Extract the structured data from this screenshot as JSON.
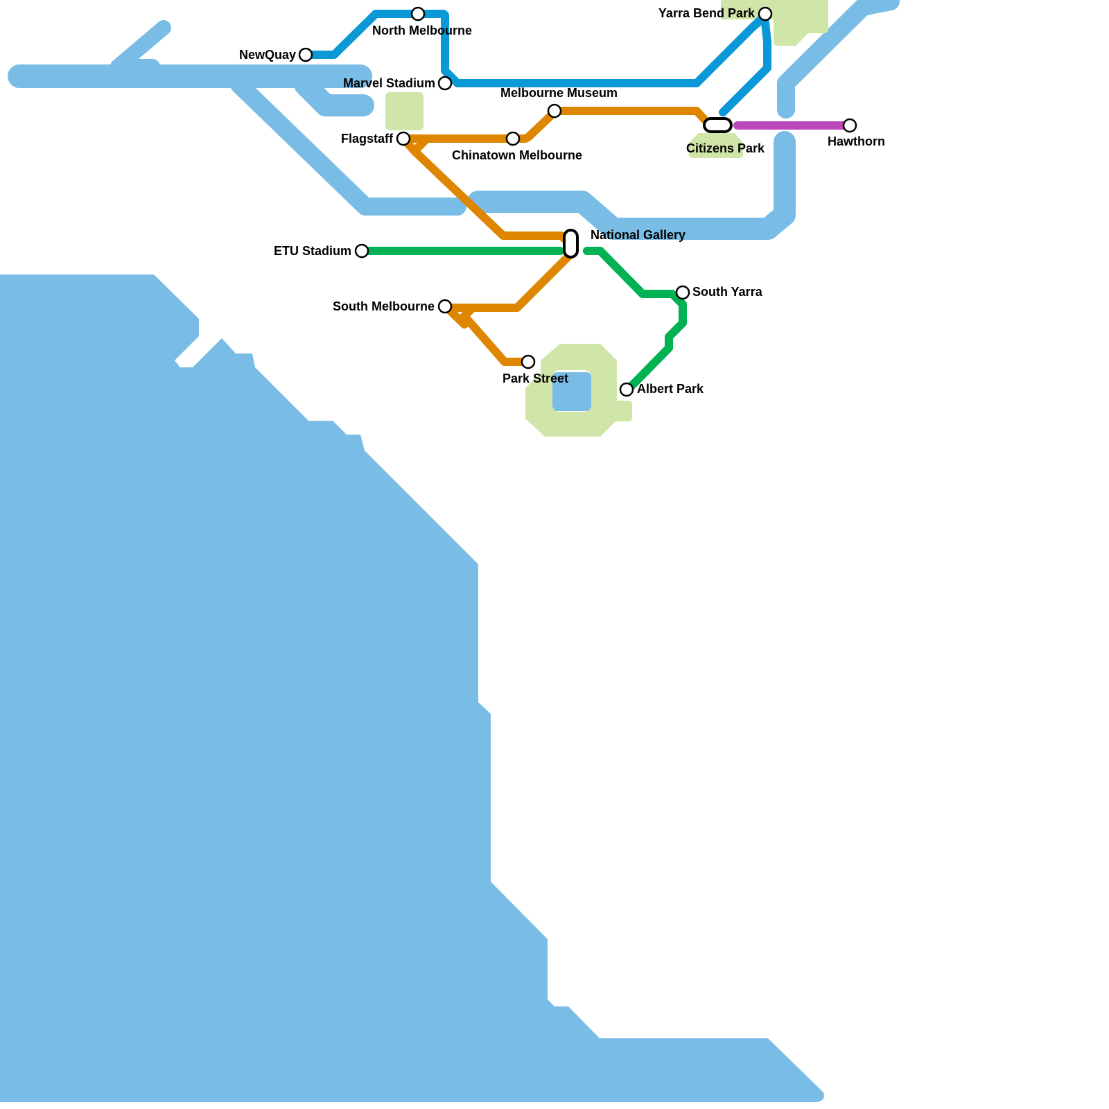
{
  "map": {
    "title": "Melbourne transit map",
    "colors": {
      "water": "#79bde6",
      "park": "#d0e5a8",
      "background": "#ffffff"
    },
    "lines": [
      {
        "id": "blue",
        "color": "#0b98d6"
      },
      {
        "id": "orange",
        "color": "#de8600"
      },
      {
        "id": "green",
        "color": "#00b253"
      },
      {
        "id": "purple",
        "color": "#bb48b8"
      }
    ],
    "stations": {
      "newquay": {
        "name": "NewQuay",
        "type": "station"
      },
      "north_melbourne": {
        "name": "North Melbourne",
        "type": "station"
      },
      "marvel_stadium": {
        "name": "Marvel Stadium",
        "type": "station"
      },
      "flagstaff": {
        "name": "Flagstaff",
        "type": "station"
      },
      "chinatown_melbourne": {
        "name": "Chinatown Melbourne",
        "type": "station"
      },
      "melbourne_museum": {
        "name": "Melbourne Museum",
        "type": "station"
      },
      "yarra_bend_park": {
        "name": "Yarra Bend Park",
        "type": "station"
      },
      "citizens_park": {
        "name": "Citizens Park",
        "type": "interchange"
      },
      "hawthorn": {
        "name": "Hawthorn",
        "type": "station"
      },
      "national_gallery": {
        "name": "National Gallery",
        "type": "interchange"
      },
      "etu_stadium": {
        "name": "ETU Stadium",
        "type": "station"
      },
      "south_melbourne": {
        "name": "South Melbourne",
        "type": "station"
      },
      "park_street": {
        "name": "Park Street",
        "type": "station"
      },
      "south_yarra": {
        "name": "South Yarra",
        "type": "station"
      },
      "albert_park": {
        "name": "Albert Park",
        "type": "station"
      }
    }
  }
}
